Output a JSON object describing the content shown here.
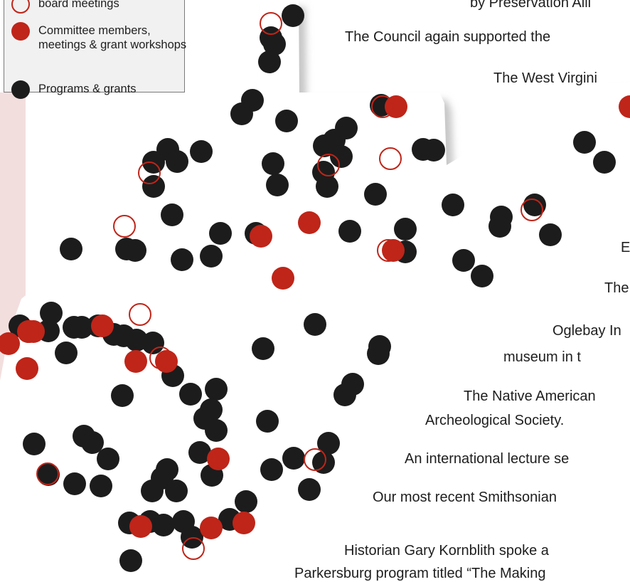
{
  "legend": {
    "items": [
      {
        "label": "board meetings",
        "swatch": "red-ring"
      },
      {
        "label": "Committee members, meetings & grant workshops",
        "swatch": "red-dot"
      },
      {
        "label": "Programs & grants",
        "swatch": "black-dot"
      }
    ]
  },
  "colors": {
    "red": "#bf2519",
    "black": "#1c1c1c",
    "map_fill": "#ffffff",
    "map_shadow": "#c7c7c7",
    "sidebar_tint": "#f3dede"
  },
  "text_lines": [
    "by Preservation Alli",
    "The Council again supported the",
    "The West Virgini",
    "E",
    "The",
    "Oglebay In",
    "museum in t",
    "The Native American",
    "Archeological Society.",
    "An international lecture se",
    "Our most recent Smithsonian",
    "Historian Gary Kornblith spoke a",
    "Parkersburg program titled “The Making"
  ]
}
